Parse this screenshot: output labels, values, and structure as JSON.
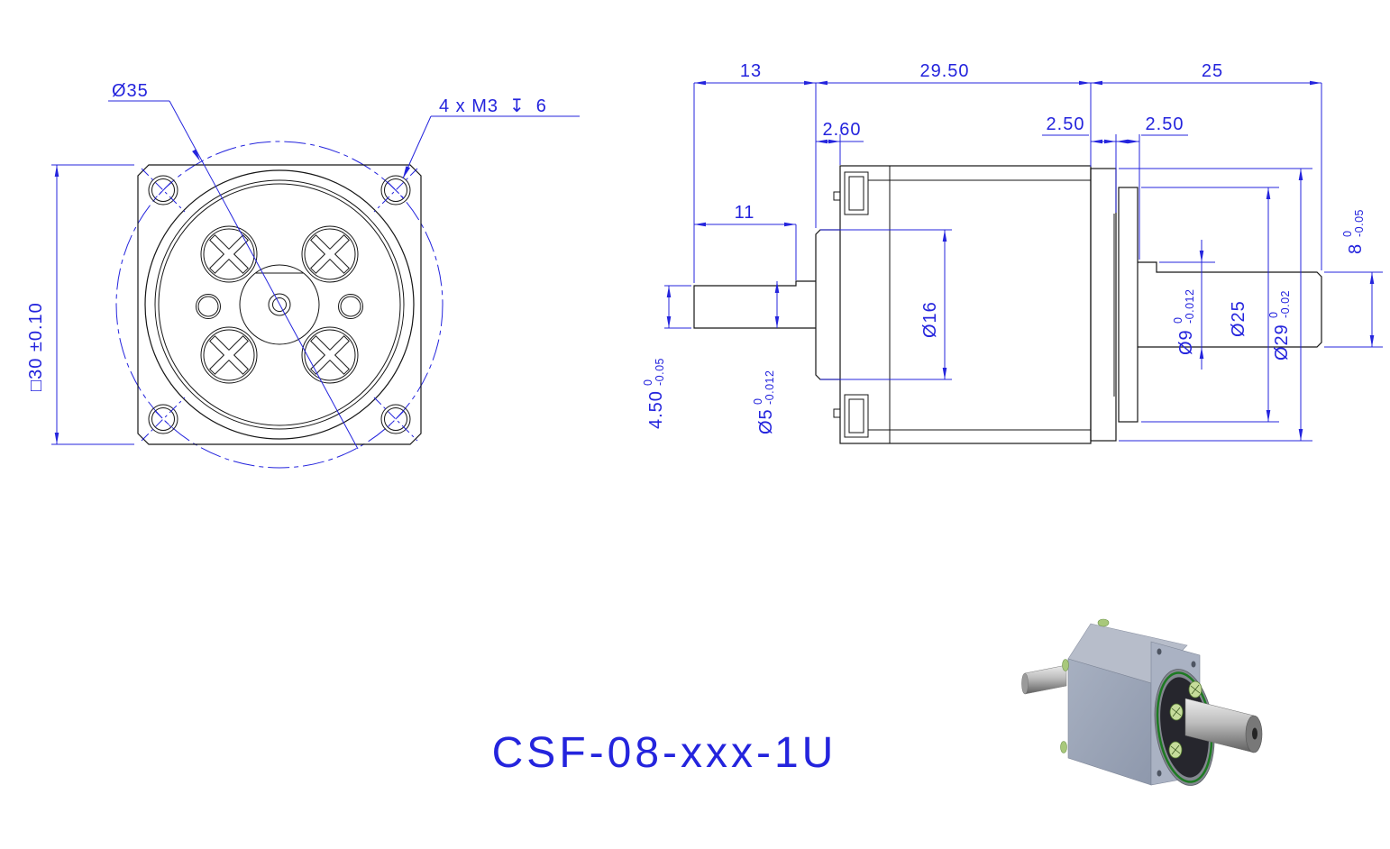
{
  "colors": {
    "line": "#161616",
    "dim": "#2424dd",
    "background": "#ffffff"
  },
  "title": {
    "part_number": "CSF-08-xxx-1U"
  },
  "front_view": {
    "square_dim": "□30 ±0.10",
    "bolt_circle_label": "Ø35",
    "thread_note": {
      "prefix": "4 x M3",
      "depth_symbol": "↧",
      "depth": "6"
    }
  },
  "side_view": {
    "length_dims": {
      "input_side": "13",
      "body": "29.50",
      "output_side": "25",
      "boss_width": "2.60",
      "plate_width": "2.50",
      "hub_width": "2.50",
      "shaft_flat_length": "11"
    },
    "diameter_dims": {
      "input_flat_height": {
        "label": "4.50",
        "tol_upper": "0",
        "tol_lower": "-0.05"
      },
      "input_shaft": {
        "label": "Ø5",
        "tol_upper": "0",
        "tol_lower": "-0.012"
      },
      "boss": {
        "label": "Ø16"
      },
      "output_shaft": {
        "label": "Ø9",
        "tol_upper": "0",
        "tol_lower": "-0.012"
      },
      "hub": {
        "label": "Ø25"
      },
      "spigot": {
        "label": "Ø29",
        "tol_upper": "0",
        "tol_lower": "-0.02"
      },
      "output_flat_height": {
        "label": "8",
        "tol_upper": "0",
        "tol_lower": "-0.05"
      }
    }
  }
}
